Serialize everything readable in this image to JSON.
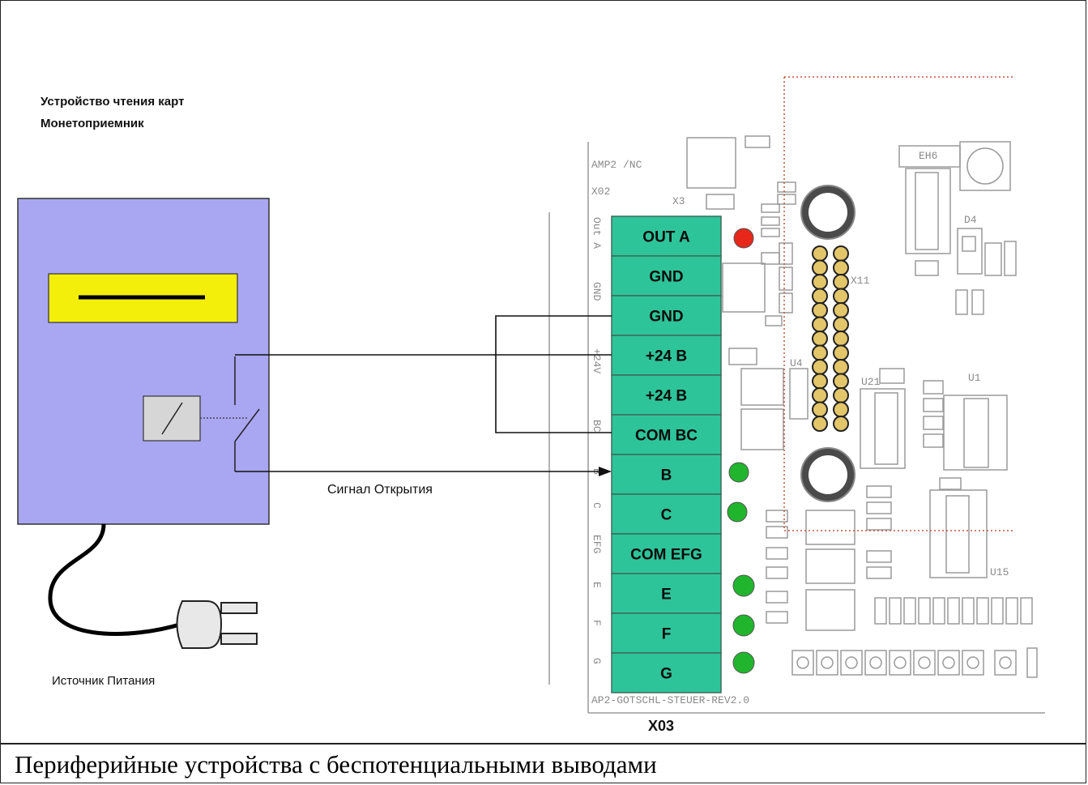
{
  "device": {
    "line1": "Устройство чтения карт",
    "line2": "Монетоприемник"
  },
  "signal_label": "Сигнал Открытия",
  "power_label": "Источник Питания",
  "connector_label": "X03",
  "caption": "Периферийные устройства с беспотенциальными выводами",
  "terminals": [
    "OUT A",
    "GND",
    "GND",
    "+24 B",
    "+24 B",
    "COM BC",
    "B",
    "C",
    "COM EFG",
    "E",
    "F",
    "G"
  ],
  "side_labels": [
    "Out A",
    "GND",
    "+24V",
    "BC",
    "B",
    "C",
    "EFG",
    "E",
    "F",
    "G"
  ],
  "board": {
    "amp_label": "AMP2 /NC",
    "x02_label": "X02",
    "x3_label": "X3",
    "board_label": "AP2-GOTSCHL-STEUER-REV2.0",
    "x11_label": "X11",
    "u1_label": "U1",
    "u4_label": "U4",
    "u21_label": "U21",
    "u15_label": "U15",
    "d4_label": "D4",
    "eh6_label": "EH6"
  },
  "colors": {
    "device_body": "#a9a6f2",
    "card_slot": "#f4ef0a",
    "terminal": "#2ec49a",
    "led_red": "#e8271b",
    "led_green": "#20b52d"
  }
}
